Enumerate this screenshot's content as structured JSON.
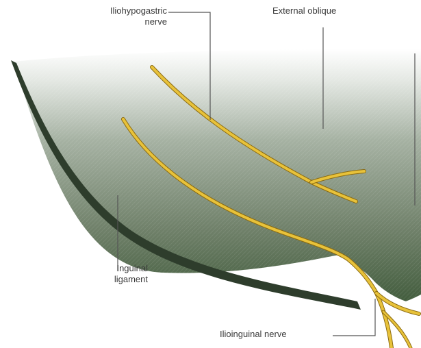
{
  "labels": {
    "iliohypogastric": [
      "Iliohypogastric",
      "nerve"
    ],
    "external_oblique": "External oblique",
    "inguinal_ligament": [
      "Inguinal",
      "ligament"
    ],
    "ilioinguinal": "Ilioinguinal nerve"
  },
  "colors": {
    "muscle_dark": "#3f5a3a",
    "muscle_light": "#9aaa98",
    "ligament_edge": "#2e3d2c",
    "nerve": "#e8c23a",
    "nerve_outline": "#8a6a10",
    "leader_line": "#555555"
  }
}
